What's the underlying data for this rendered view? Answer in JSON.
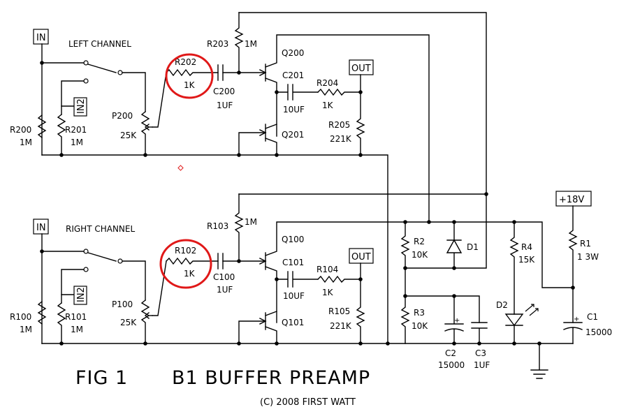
{
  "figure": {
    "title_fig": "FIG 1",
    "title_name": "B1 BUFFER PREAMP",
    "copyright": "(C) 2008 FIRST WATT"
  },
  "left": {
    "channel": "LEFT CHANNEL",
    "in": "IN",
    "in2": "IN2",
    "out": "OUT",
    "r200": "R200",
    "r200v": "1M",
    "r201": "R201",
    "r201v": "1M",
    "p200": "P200",
    "p200v": "25K",
    "r202": "R202",
    "r202v": "1K",
    "c200": "C200",
    "c200v": "1UF",
    "r203": "R203",
    "r203v": "1M",
    "q200": "Q200",
    "q201": "Q201",
    "c201": "C201",
    "c201v": "10UF",
    "r204": "R204",
    "r204v": "1K",
    "r205": "R205",
    "r205v": "221K"
  },
  "right": {
    "channel": "RIGHT CHANNEL",
    "in": "IN",
    "in2": "IN2",
    "out": "OUT",
    "r100": "R100",
    "r100v": "1M",
    "r101": "R101",
    "r101v": "1M",
    "p100": "P100",
    "p100v": "25K",
    "r102": "R102",
    "r102v": "1K",
    "c100": "C100",
    "c100v": "1UF",
    "r103": "R103",
    "r103v": "1M",
    "q100": "Q100",
    "q101": "Q101",
    "c101": "C101",
    "c101v": "10UF",
    "r104": "R104",
    "r104v": "1K",
    "r105": "R105",
    "r105v": "221K"
  },
  "supply": {
    "v18": "+18V",
    "r1": "R1",
    "r1v": "1 3W",
    "r2": "R2",
    "r2v": "10K",
    "r3": "R3",
    "r3v": "10K",
    "r4": "R4",
    "r4v": "15K",
    "d1": "D1",
    "d2": "D2",
    "c1": "C1",
    "c1v": "15000",
    "c2": "C2",
    "c2v": "15000",
    "c3": "C3",
    "c3v": "1UF"
  },
  "highlight_color": "#e01818"
}
